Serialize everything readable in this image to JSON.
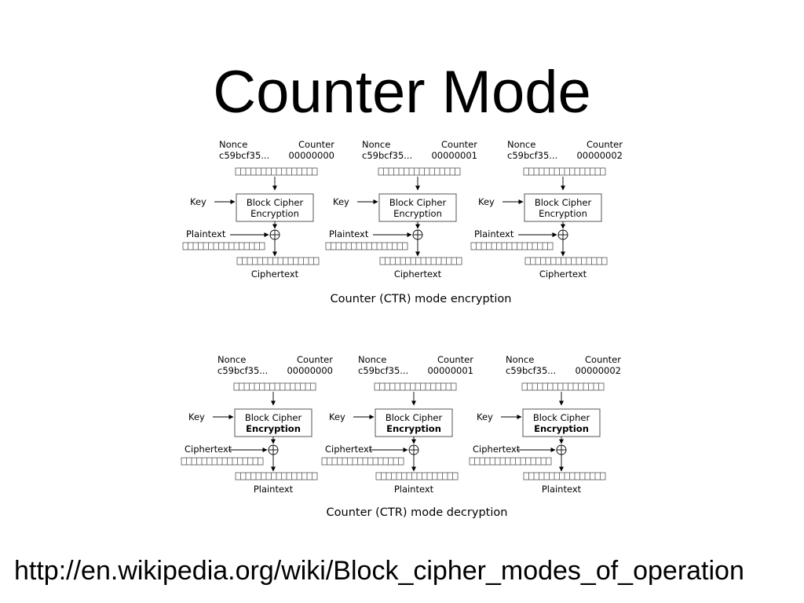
{
  "slide": {
    "title": "Counter Mode",
    "url": "http://en.wikipedia.org/wiki/Block_cipher_modes_of_operation"
  },
  "encryption": {
    "caption": "Counter (CTR) mode encryption",
    "input_label": "Plaintext",
    "output_label": "Ciphertext",
    "stages": [
      {
        "nonce_label": "Nonce",
        "nonce_value": "c59bcf35...",
        "counter_label": "Counter",
        "counter_value": "00000000",
        "key_label": "Key",
        "cipher_line1": "Block Cipher",
        "cipher_line2": "Encryption"
      },
      {
        "nonce_label": "Nonce",
        "nonce_value": "c59bcf35...",
        "counter_label": "Counter",
        "counter_value": "00000001",
        "key_label": "Key",
        "cipher_line1": "Block Cipher",
        "cipher_line2": "Encryption"
      },
      {
        "nonce_label": "Nonce",
        "nonce_value": "c59bcf35...",
        "counter_label": "Counter",
        "counter_value": "00000002",
        "key_label": "Key",
        "cipher_line1": "Block Cipher",
        "cipher_line2": "Encryption"
      }
    ]
  },
  "decryption": {
    "caption": "Counter (CTR) mode decryption",
    "input_label": "Ciphertext",
    "output_label": "Plaintext",
    "stages": [
      {
        "nonce_label": "Nonce",
        "nonce_value": "c59bcf35...",
        "counter_label": "Counter",
        "counter_value": "00000000",
        "key_label": "Key",
        "cipher_line1": "Block Cipher",
        "cipher_line2": "Encryption"
      },
      {
        "nonce_label": "Nonce",
        "nonce_value": "c59bcf35...",
        "counter_label": "Counter",
        "counter_value": "00000001",
        "key_label": "Key",
        "cipher_line1": "Block Cipher",
        "cipher_line2": "Encryption"
      },
      {
        "nonce_label": "Nonce",
        "nonce_value": "c59bcf35...",
        "counter_label": "Counter",
        "counter_value": "00000002",
        "key_label": "Key",
        "cipher_line1": "Block Cipher",
        "cipher_line2": "Encryption"
      }
    ]
  }
}
